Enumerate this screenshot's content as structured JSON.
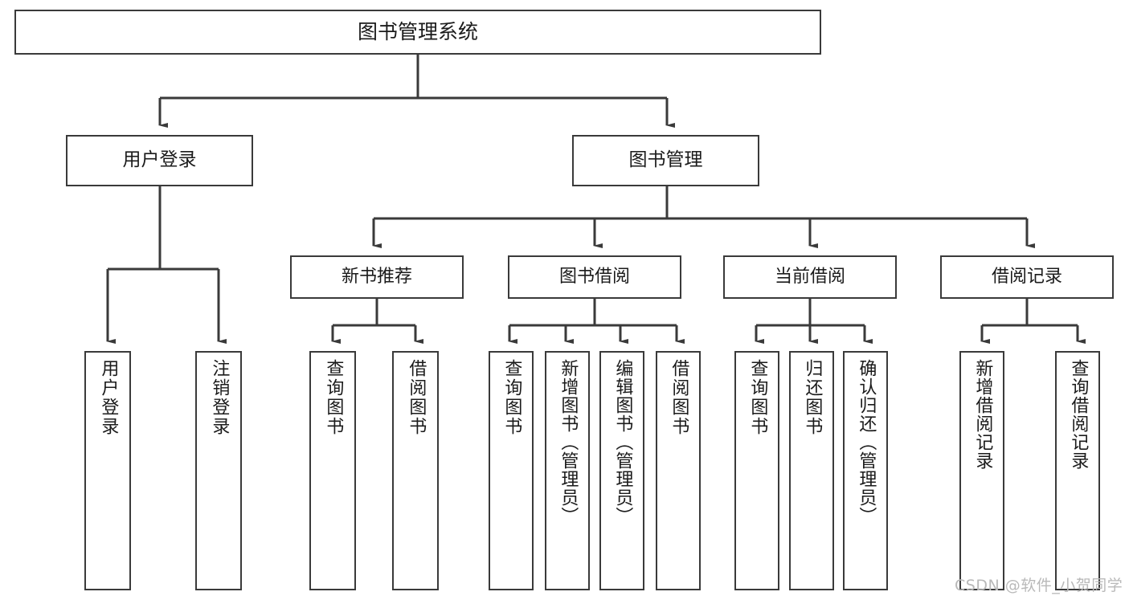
{
  "diagram": {
    "title": "图书管理系统",
    "type": "tree",
    "root": {
      "label": "图书管理系统"
    },
    "level2": [
      {
        "label": "用户登录"
      },
      {
        "label": "图书管理"
      }
    ],
    "level3": [
      {
        "label": "新书推荐"
      },
      {
        "label": "图书借阅"
      },
      {
        "label": "当前借阅"
      },
      {
        "label": "借阅记录"
      }
    ],
    "leaves": {
      "user_login": [
        {
          "label": "用户登录"
        },
        {
          "label": "注销登录"
        }
      ],
      "new_book_recommend": [
        {
          "label": "查询图书"
        },
        {
          "label": "借阅图书"
        }
      ],
      "book_borrow": [
        {
          "label": "查询图书"
        },
        {
          "label": "新增图书（管理员）"
        },
        {
          "label": "编辑图书（管理员）"
        },
        {
          "label": "借阅图书"
        }
      ],
      "current_borrow": [
        {
          "label": "查询图书"
        },
        {
          "label": "归还图书"
        },
        {
          "label": "确认归还（管理员）"
        }
      ],
      "borrow_record": [
        {
          "label": "新增借阅记录"
        },
        {
          "label": "查询借阅记录"
        }
      ]
    }
  },
  "watermark": {
    "text": "CSDN @软件_小贺同学"
  },
  "colors": {
    "stroke": "#3a3a3a",
    "text": "#1b1b1b",
    "background": "#ffffff",
    "watermark": "#b9b9b9"
  }
}
